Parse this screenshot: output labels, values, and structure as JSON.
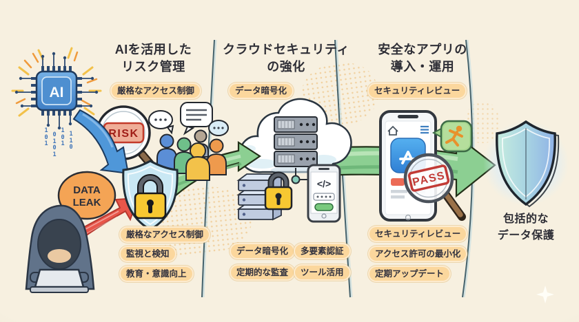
{
  "palette": {
    "background": "#f7f0e0",
    "badge_bg": "#fbd79d",
    "heading_text": "#2e2e36",
    "flow_green": "#8ccf92",
    "arrow_blue": "#4f97d9",
    "arrow_red": "#e8564a",
    "shield_blue": "#c9e8f4",
    "lock_yellow": "#f7c832",
    "bubble_orange": "#f4a455"
  },
  "sections": [
    {
      "title_line1": "AIを活用した",
      "title_line2": "リスク管理",
      "top_badge": "厳格なアクセス制御",
      "bottom_badges": [
        "厳格なアクセス制御",
        "監視と検知",
        "教育・意識向上"
      ]
    },
    {
      "title_line1": "クラウドセキュリティ",
      "title_line2": "の強化",
      "top_badge": "データ暗号化",
      "bottom_badges": [
        "データ暗号化",
        "多要素認証",
        "定期的な監査",
        "ツール活用"
      ]
    },
    {
      "title_line1": "安全なアプリの",
      "title_line2": "導入・運用",
      "top_badge": "セキュリティレビュー",
      "bottom_badges": [
        "セキュリティレビュー",
        "アクセス許可の最小化",
        "定期アップデート"
      ]
    }
  ],
  "labels": {
    "ai_chip": "AI",
    "risk": "RISK",
    "data_leak_line1": "DATA",
    "data_leak_line2": "LEAK",
    "pass": "PASS",
    "code": "</>",
    "binary_columns": [
      "1\n0\n1",
      "0\n1\n0\n1",
      "1\n0\n1",
      "1\n1\n0"
    ]
  },
  "result": {
    "line1": "包括的な",
    "line2": "データ保護"
  },
  "icons": {
    "ai_chip": "microchip",
    "risk_magnifier": "magnifying-glass",
    "team_discussion": "people-speech-bubbles",
    "shield_lock": "shield-padlock",
    "data_leak_bubble": "speech-bubble",
    "hacker": "hooded-figure-laptop",
    "cloud_servers": "cloud-server-rack",
    "storage_lock": "database-padlock",
    "code_phone": "phone-code",
    "app_phone": "phone-app-store",
    "running_app": "app-running-person",
    "pass_magnifier": "magnifying-glass-pass-stamp",
    "final_shield": "glowing-shield",
    "sparkle": "four-point-star"
  }
}
